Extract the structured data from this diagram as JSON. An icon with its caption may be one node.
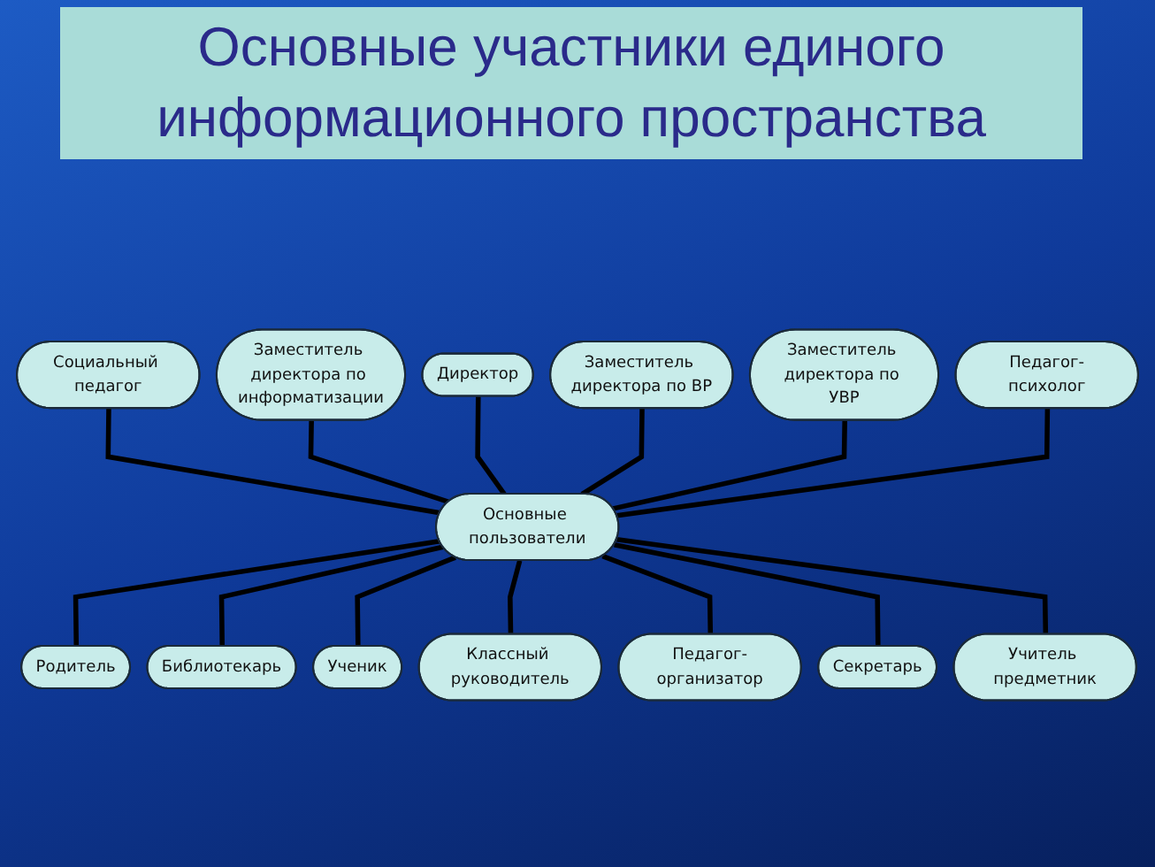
{
  "diagram": {
    "title": "Основные участники единого информационного пространства",
    "nodes": [
      {
        "text": [
          "Директор"
        ]
      },
      {
        "text": [
          "Заместитель директора по информатизации"
        ]
      },
      {
        "text": [
          "Заместитель директора по ВР"
        ]
      },
      {
        "text": [
          "Социальный педагог"
        ]
      },
      {
        "text": [
          "Заместитель директора по УВР"
        ]
      },
      {
        "text": [
          "Педагог-психолог"
        ]
      },
      {
        "text": [
          "Родитель"
        ]
      },
      {
        "text": [
          "Основные пользователи"
        ]
      },
      {
        "text": [
          "Библиотекарь"
        ]
      },
      {
        "text": [
          "Ученик"
        ]
      },
      {
        "text": [
          "Классный руководитель"
        ]
      },
      {
        "text": [
          "Педагог-организатор"
        ]
      },
      {
        "text": [
          "Секретарь"
        ]
      },
      {
        "text": [
          "Учитель предметник"
        ]
      }
    ],
    "edges": [
      {
        "from": 3,
        "to": 7,
        "arrow": "none"
      },
      {
        "from": 1,
        "to": 7,
        "arrow": "none"
      },
      {
        "from": 0,
        "to": 7,
        "arrow": "none"
      },
      {
        "from": 2,
        "to": 7,
        "arrow": "none"
      },
      {
        "from": 4,
        "to": 7,
        "arrow": "none"
      },
      {
        "from": 5,
        "to": 7,
        "arrow": "none"
      },
      {
        "from": 7,
        "to": 6,
        "arrow": "none"
      },
      {
        "from": 7,
        "to": 8,
        "arrow": "none"
      },
      {
        "from": 7,
        "to": 9,
        "arrow": "none"
      },
      {
        "from": 7,
        "to": 10,
        "arrow": "none"
      },
      {
        "from": 7,
        "to": 11,
        "arrow": "none"
      },
      {
        "from": 7,
        "to": 12,
        "arrow": "none"
      },
      {
        "from": 7,
        "to": 13,
        "arrow": "none"
      }
    ]
  }
}
